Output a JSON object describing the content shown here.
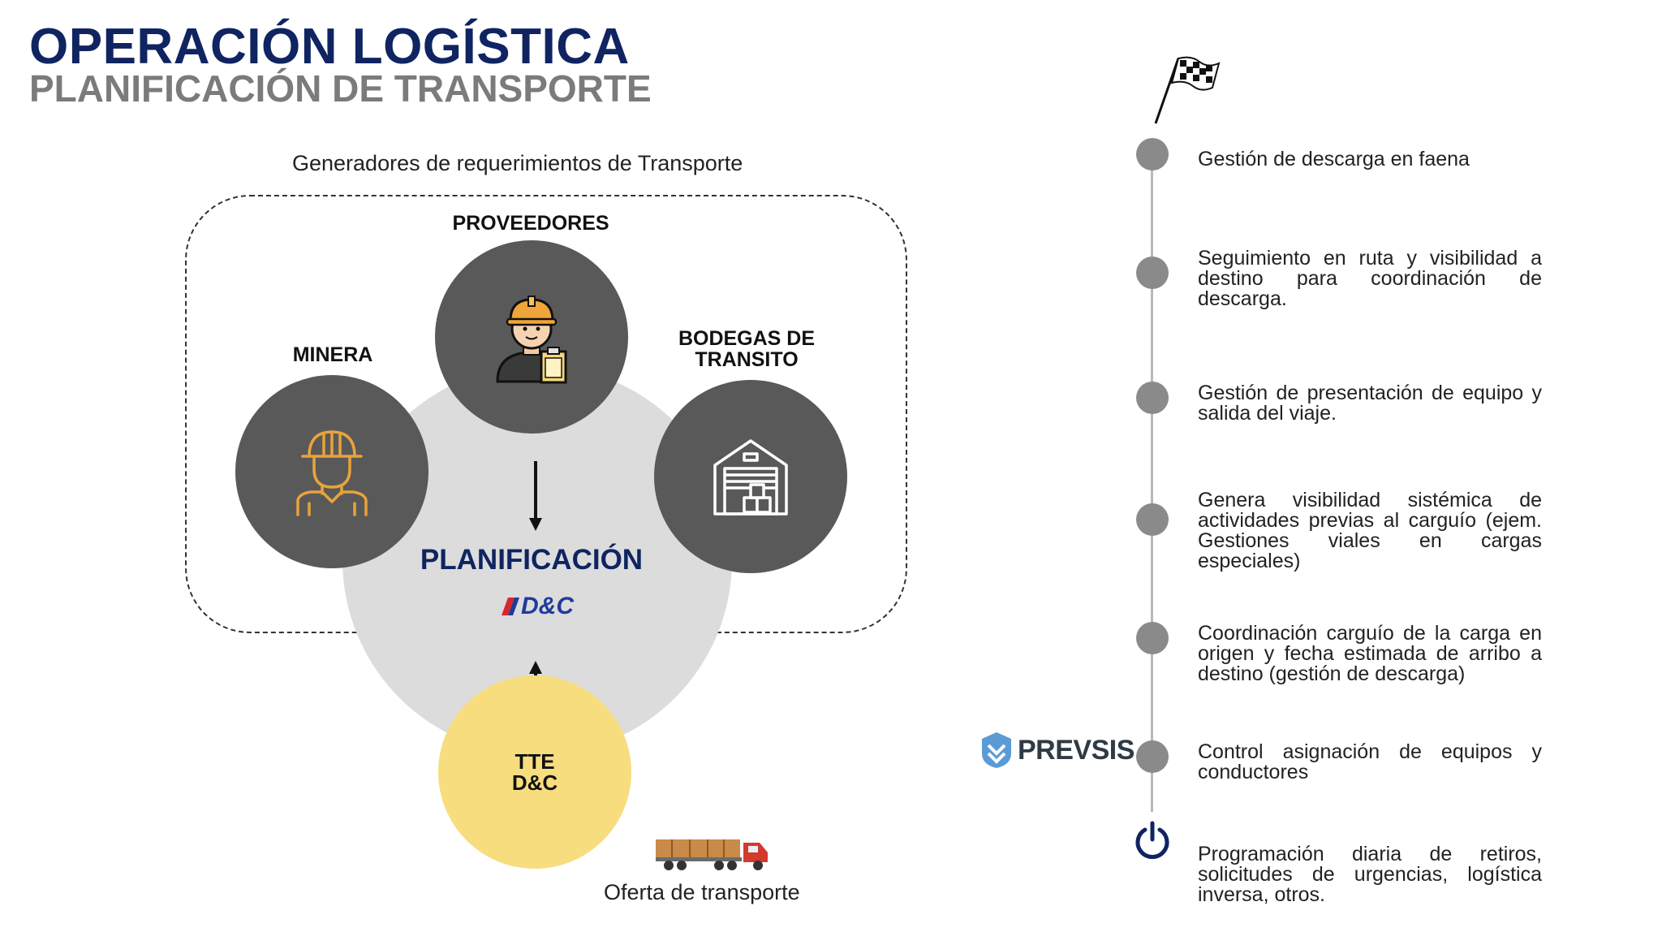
{
  "header": {
    "title": "OPERACIÓN LOGÍSTICA",
    "subtitle": "PLANIFICACIÓN DE TRANSPORTE"
  },
  "diagram": {
    "generators_label": "Generadores de requerimientos de Transporte",
    "nodes": {
      "proveedores": "PROVEEDORES",
      "minera": "MINERA",
      "bodegas_line1": "BODEGAS DE",
      "bodegas_line2": "TRANSITO",
      "center": "PLANIFICACIÓN",
      "center_logo": "D&C",
      "tte_line1": "TTE",
      "tte_line2": "D&C"
    },
    "offer_label": "Oferta de transporte"
  },
  "timeline": {
    "logo": "PREVSIS",
    "items": [
      {
        "text": "Gestión de descarga en faena"
      },
      {
        "text": "Seguimiento en ruta y visibilidad a destino para coordinación de descarga."
      },
      {
        "text": "Gestión de presentación de equipo y salida del viaje."
      },
      {
        "text": "Genera visibilidad sistémica de actividades previas al carguío (ejem. Gestiones viales en cargas especiales)"
      },
      {
        "text": "Coordinación carguío de la carga en origen y fecha estimada de arribo a destino (gestión de descarga)"
      },
      {
        "text": "Control asignación de equipos y conductores"
      },
      {
        "text": "Programación diaria de retiros, solicitudes de urgencias, logística inversa, otros."
      }
    ]
  },
  "colors": {
    "navy": "#0f2461",
    "gray_title": "#7b7b7b",
    "dark_node": "#595959",
    "light_circle": "#dcdcdc",
    "yellow": "#f7dd7e",
    "dot": "#8a8a8a",
    "orange": "#e8a33a"
  }
}
